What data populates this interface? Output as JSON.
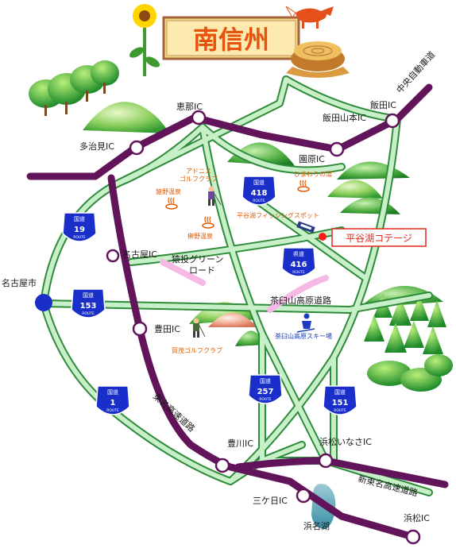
{
  "title": "南信州",
  "colors": {
    "road_fill": "#c8f0c8",
    "road_stroke": "#2e8b3a",
    "expressway": "#62145a",
    "scenic_road": "#f6b8e4",
    "route_shield": "#1a2fc9",
    "cottage_marker": "#ff1a1a",
    "poi_text": "#e05a00",
    "city_marker": "#1a2fc9"
  },
  "icons": [
    "sunflower-icon",
    "fox-icon",
    "tree-stump-icon",
    "golfer-icon",
    "hot-spring-icon",
    "skier-icon",
    "fishing-icon",
    "cottage-marker-icon"
  ],
  "interchanges": {
    "ena": "恵那IC",
    "iida": "飯田IC",
    "iida_yamamoto": "飯田山本IC",
    "tajimi": "多治見IC",
    "sonohara": "園原IC",
    "nagoya_bldg": "名古屋IC",
    "toyota": "豊田IC",
    "toyokawa": "豊川IC",
    "hamamatsu_inasa": "浜松いなさIC",
    "mikkabi": "三ケ日IC",
    "hamamatsu": "浜松IC"
  },
  "highways": {
    "chuo": "中央自動車道",
    "tomei": "東名高速道路",
    "shin_tomei": "新東名高速道路",
    "chausuyama": "茶臼山高原道路",
    "sanage_line1": "猿投グリーン",
    "sanage_line2": "ロード"
  },
  "cities": {
    "nagoya": "名古屋市",
    "lake_hamana": "浜名湖"
  },
  "pois": {
    "adonis_line1": "アドニス",
    "adonis_line2": "ゴルフクラブ",
    "sasado_onsen": "猿野温泉",
    "sakaki_onsen": "榊野温泉",
    "himawari_onsen": "ひまわりの湯",
    "fishing_spot": "平谷湖フィッシングスポット",
    "cottage": "平谷湖コテージ",
    "kamo_golf": "賀茂ゴルフクラブ",
    "ski": "茶臼山高原スキー場"
  },
  "routes": {
    "shield_top": "国道",
    "shield_top_pref": "県道",
    "shield_bottom": "ROUTE",
    "r19": "19",
    "r153": "153",
    "r1": "1",
    "r418": "418",
    "r416": "416",
    "r257": "257",
    "r151": "151"
  }
}
